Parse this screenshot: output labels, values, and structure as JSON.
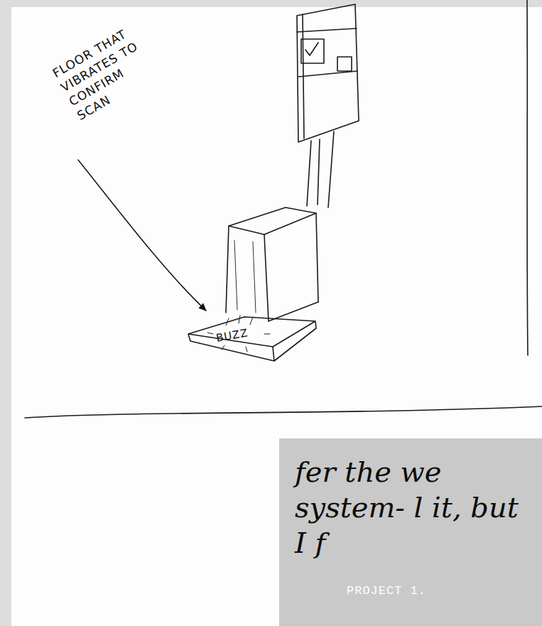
{
  "diagram": {
    "nodes": [
      {
        "text": [
          "BUZZ"
        ]
      },
      {
        "text": [
          "fer the we system- l it, but I f"
        ]
      }
    ],
    "labels": [
      "FLOOR THAT VIBRATES TO CONFIRM SCAN",
      "PROJECT 1."
    ]
  }
}
